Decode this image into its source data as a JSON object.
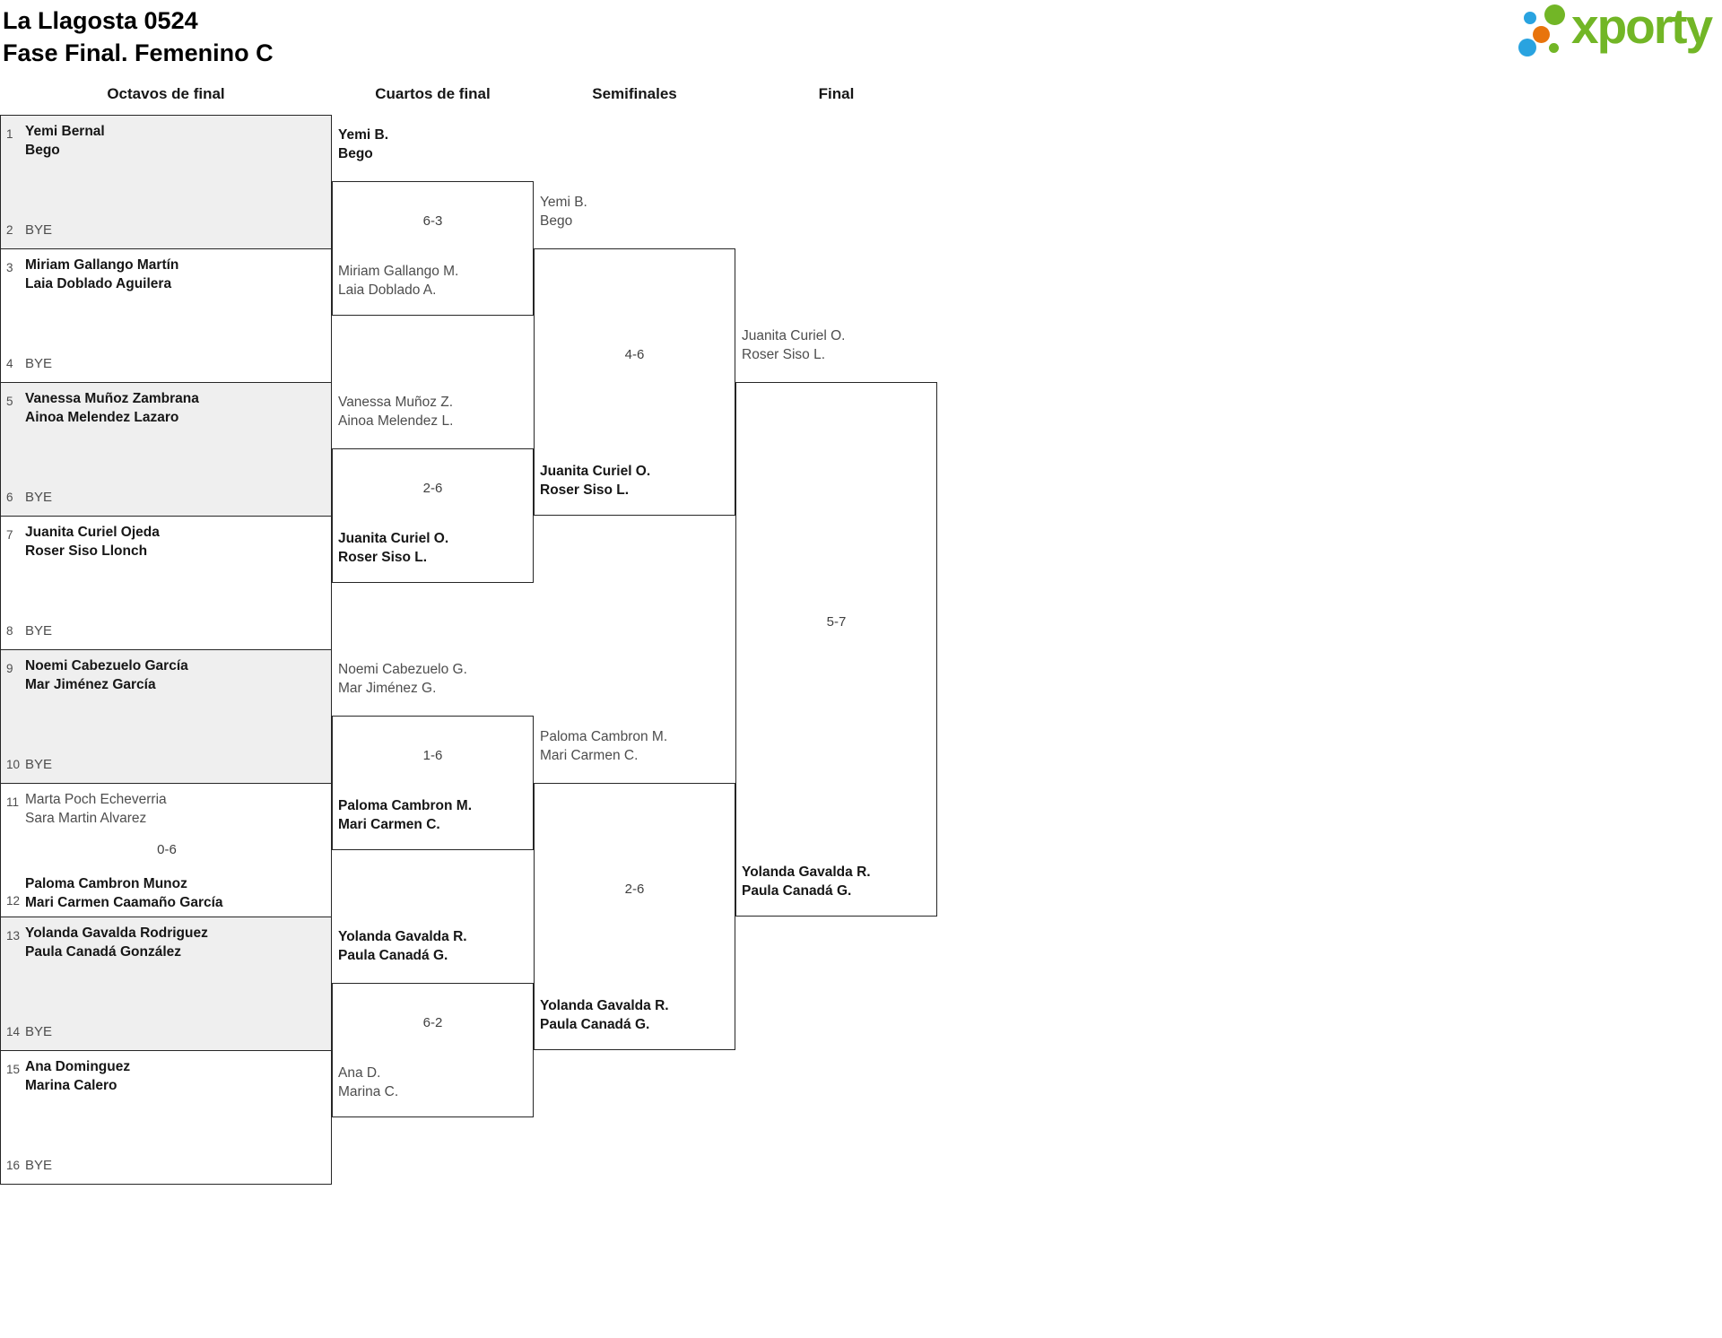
{
  "page": {
    "title_line1": "La Llagosta 0524",
    "title_line2": "Fase Final. Femenino C"
  },
  "logo": {
    "text": "xporty",
    "colors": {
      "green": "#72b626",
      "blue": "#29a3e0",
      "orange": "#e8740c"
    }
  },
  "colors": {
    "shaded_box": "#efefef",
    "border": "#262626",
    "winner_text": "#161616",
    "loser_text": "#4d4d4d"
  },
  "round_headers": [
    "Octavos de final",
    "Cuartos de final",
    "Semifinales",
    "Final"
  ],
  "octavos": [
    {
      "seed_top": "1",
      "top": [
        "Yemi Bernal",
        "Bego"
      ],
      "seed_bottom": "2",
      "bottom": [
        "BYE"
      ]
    },
    {
      "seed_top": "3",
      "top": [
        "Miriam Gallango Martín",
        "Laia Doblado Aguilera"
      ],
      "seed_bottom": "4",
      "bottom": [
        "BYE"
      ]
    },
    {
      "seed_top": "5",
      "top": [
        "Vanessa Muñoz Zambrana",
        "Ainoa Melendez Lazaro"
      ],
      "seed_bottom": "6",
      "bottom": [
        "BYE"
      ]
    },
    {
      "seed_top": "7",
      "top": [
        "Juanita Curiel Ojeda",
        "Roser Siso Llonch"
      ],
      "seed_bottom": "8",
      "bottom": [
        "BYE"
      ]
    },
    {
      "seed_top": "9",
      "top": [
        "Noemi Cabezuelo García",
        "Mar Jiménez García"
      ],
      "seed_bottom": "10",
      "bottom": [
        "BYE"
      ]
    },
    {
      "seed_top": "11",
      "top": [
        "Marta Poch Echeverria",
        "Sara Martin Alvarez"
      ],
      "score": "0-6",
      "seed_bottom": "12",
      "bottom": [
        "Paloma Cambron Munoz",
        "Mari Carmen Caamaño García"
      ]
    },
    {
      "seed_top": "13",
      "top": [
        "Yolanda Gavalda Rodriguez",
        "Paula Canadá González"
      ],
      "seed_bottom": "14",
      "bottom": [
        "BYE"
      ]
    },
    {
      "seed_top": "15",
      "top": [
        "Ana Dominguez",
        "Marina Calero"
      ],
      "seed_bottom": "16",
      "bottom": [
        "BYE"
      ]
    }
  ],
  "cuartos": [
    {
      "top": [
        "Yemi B.",
        "Bego"
      ],
      "score": "6-3",
      "bottom": [
        "Miriam Gallango M.",
        "Laia Doblado A."
      ]
    },
    {
      "top": [
        "Vanessa Muñoz Z.",
        "Ainoa Melendez L."
      ],
      "score": "2-6",
      "bottom": [
        "Juanita Curiel O.",
        "Roser Siso L."
      ]
    },
    {
      "top": [
        "Noemi Cabezuelo G.",
        "Mar Jiménez G."
      ],
      "score": "1-6",
      "bottom": [
        "Paloma Cambron M.",
        "Mari Carmen C."
      ]
    },
    {
      "top": [
        "Yolanda Gavalda R.",
        "Paula Canadá G."
      ],
      "score": "6-2",
      "bottom": [
        "Ana D.",
        "Marina C."
      ]
    }
  ],
  "semifinales": [
    {
      "top": [
        "Yemi B.",
        "Bego"
      ],
      "score": "4-6",
      "bottom": [
        "Juanita Curiel O.",
        "Roser Siso L."
      ]
    },
    {
      "top": [
        "Paloma Cambron M.",
        "Mari Carmen C."
      ],
      "score": "2-6",
      "bottom": [
        "Yolanda Gavalda R.",
        "Paula Canadá G."
      ]
    }
  ],
  "final": [
    {
      "top": [
        "Juanita Curiel O.",
        "Roser Siso L."
      ],
      "score": "5-7",
      "bottom": [
        "Yolanda Gavalda R.",
        "Paula Canadá G."
      ]
    }
  ]
}
